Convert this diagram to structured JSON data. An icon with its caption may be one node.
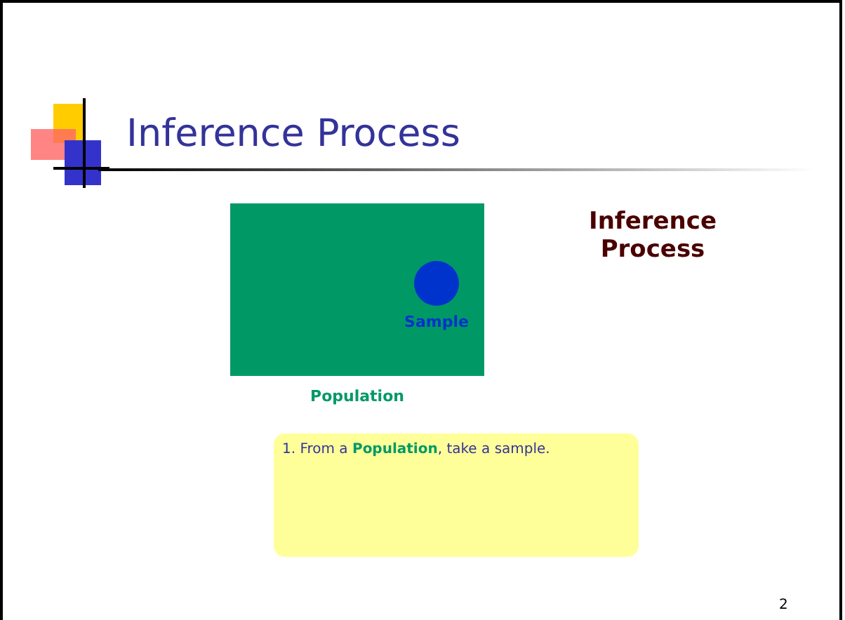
{
  "diagram": {
    "title": "Inference Process",
    "nodes": [
      {
        "text": [
          "Population"
        ]
      },
      {
        "text": [
          "Sample"
        ],
        "in": 0
      },
      {
        "text": [
          "1. From a **Population**, take a sample."
        ]
      }
    ],
    "edges": [],
    "labels": [
      "Inference Process",
      "2"
    ]
  }
}
